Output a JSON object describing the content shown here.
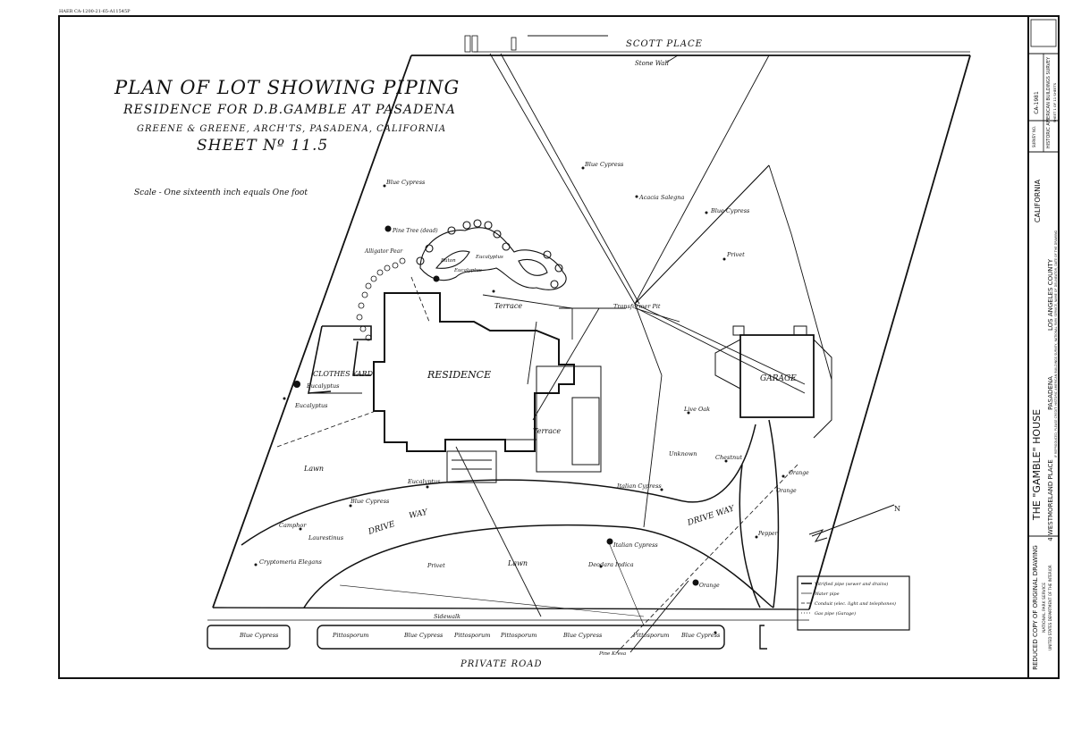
{
  "header_code": "HAER CA-1200-21-65-A11545P",
  "title": {
    "line1": "PLAN OF LOT SHOWING PIPING",
    "line2": "RESIDENCE FOR D.B.GAMBLE AT PASADENA",
    "line3": "GREENE & GREENE, ARCH'TS, PASADENA, CALIFORNIA",
    "line4": "SHEET Nº 11.5",
    "scale": "Scale - One sixteenth inch equals One foot"
  },
  "streets": {
    "scott_place": "SCOTT PLACE",
    "stone_wall": "Stone Wall",
    "private_road": "PRIVATE ROAD",
    "sidewalk": "Sidewalk",
    "drive_way_left": [
      "DRIVE",
      "WAY"
    ],
    "drive_way_right": "DRIVE WAY"
  },
  "buildings": {
    "residence": "RESIDENCE",
    "garage": "GARAGE",
    "clothes_yard": "CLOTHES YARD",
    "terrace_north": "Terrace",
    "terrace_south": "Terrace",
    "transformer": "Transformer Pit"
  },
  "plants": {
    "blue_cypress_1": "Blue Cypress",
    "blue_cypress_2": "Blue Cypress",
    "blue_cypress_3": "Blue Cypress",
    "blue_cypress_4": "Blue Cypress",
    "acacia": "Acacia Salegna",
    "pine_tree": "Pine Tree (dead)",
    "alligator_pear": "Alligator Pear",
    "eucalyptus_1": "Eucalyptus",
    "eucalyptus_2": "Eucalyptus",
    "eucalyptus_3": "Eucalyptus",
    "eucalyptus_4": "Eucalyptus",
    "eucalyptus_5": "Eucalyptus",
    "buton": "Buton",
    "privet_1": "Privet",
    "privet_2": "Privet",
    "live_oak": "Live Oak",
    "unknown": "Unknown",
    "chestnut": "Chestnut",
    "italian_cypress": "Italian Cypress",
    "italian_cypress_2": "Italian Cypress",
    "deodara": "Deodara Indica",
    "orange_1": "Orange",
    "orange_2": "Orange",
    "orange_3": "Orange",
    "pepper": "Pepper",
    "camphor": "Camphor",
    "laurestinus": "Laurestinus",
    "cryptomeria": "Cryptomeria Elegans",
    "lawn_1": "Lawn",
    "lawn_2": "Lawn",
    "pine_kresa": "Pine Kresa"
  },
  "road_plants": [
    "Blue Cypress",
    "Pittosporum",
    "Blue Cypress",
    "Pittosporum",
    "Pittosporum",
    "Blue Cypress",
    "Pittosporum",
    "Blue Cypress"
  ],
  "legend": [
    {
      "label": "Vitrified pipe (sewer and drains)",
      "style": "solid"
    },
    {
      "label": "Water pipe",
      "style": "thin"
    },
    {
      "label": "Conduit (elec. light and telephones)",
      "style": "dash"
    },
    {
      "label": "Gas pipe (Garage)",
      "style": "dot"
    }
  ],
  "north_label": "N",
  "titleblock": {
    "house": "THE \"GAMBLE\" HOUSE",
    "address": "4 WESTMORELAND PLACE",
    "city": "PASADENA",
    "county": "LOS ANGELES COUNTY",
    "state": "CALIFORNIA",
    "reduced": "REDUCED COPY OF ORIGINAL DRAWING",
    "nps": "NATIONAL PARK SERVICE",
    "interior": "UNITED STATES DEPARTMENT OF THE INTERIOR",
    "credit": "IF REPRODUCED, PLEASE CREDIT: HISTORIC AMERICAN BUILDINGS SURVEY, NATIONAL PARK SERVICE, NAME OF DELINEATOR, DATE OF THE DRAWING",
    "survey_label": "SURVEY NO.",
    "survey_no": "CA-1981",
    "habs": "HISTORIC AMERICAN BUILDINGS SURVEY",
    "sheet": "SHEET 1 OF 11 SHEETS"
  },
  "colors": {
    "ink": "#111111",
    "paper": "#ffffff"
  }
}
